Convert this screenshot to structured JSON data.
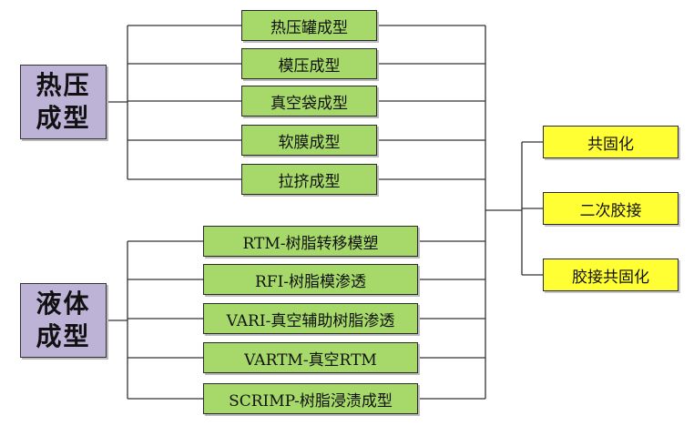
{
  "categories": [
    {
      "line1": "热压",
      "line2": "成型",
      "items": [
        "热压罐成型",
        "模压成型",
        "真空袋成型",
        "软膜成型",
        "拉挤成型"
      ]
    },
    {
      "line1": "液体",
      "line2": "成型",
      "items": [
        "RTM-树脂转移模塑",
        "RFI-树脂模渗透",
        "VARI-真空辅助树脂渗透",
        "VARTM-真空RTM",
        "SCRIMP-树脂浸渍成型"
      ]
    }
  ],
  "outputs": [
    "共固化",
    "二次胶接",
    "胶接共固化"
  ],
  "colors": {
    "category": "#bcb3d6",
    "process": "#a6d96a",
    "output": "#ffff33",
    "line": "#333333"
  }
}
